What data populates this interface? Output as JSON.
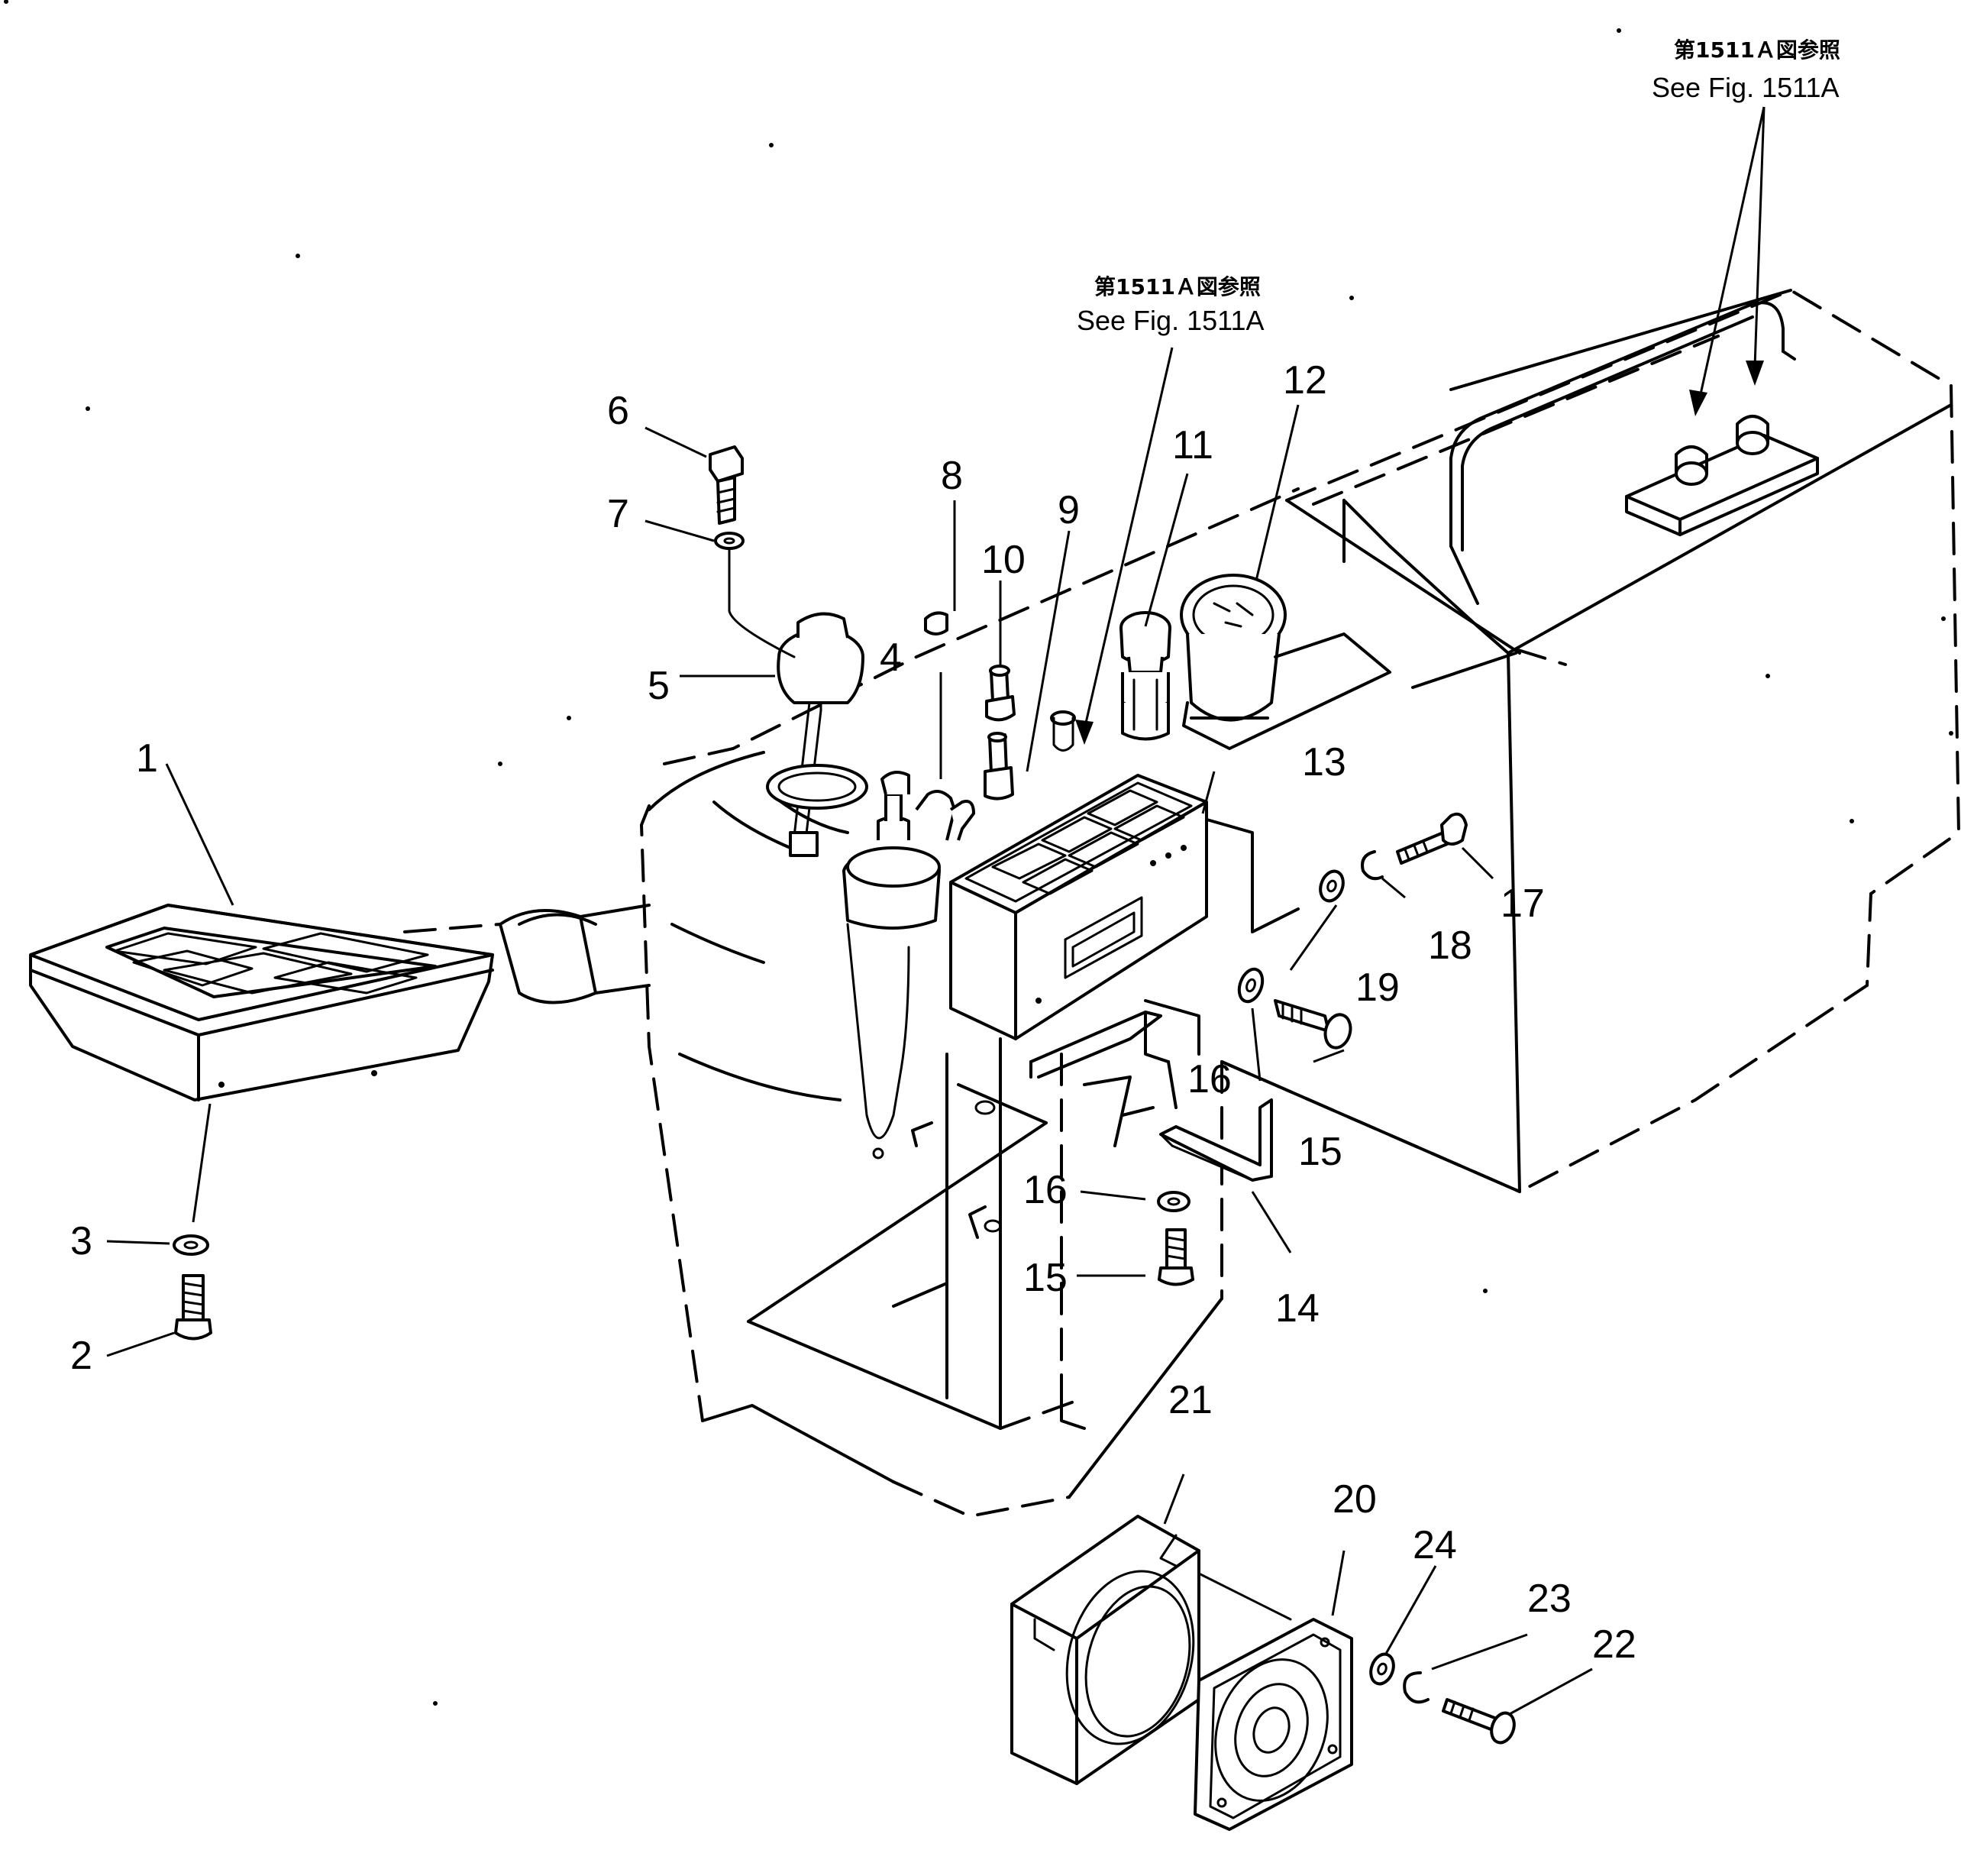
{
  "diagram": {
    "parts": [
      {
        "id": "part-1",
        "label": "1"
      },
      {
        "id": "part-2",
        "label": "2"
      },
      {
        "id": "part-3",
        "label": "3"
      },
      {
        "id": "part-4",
        "label": "4"
      },
      {
        "id": "part-5",
        "label": "5"
      },
      {
        "id": "part-6",
        "label": "6"
      },
      {
        "id": "part-7",
        "label": "7"
      },
      {
        "id": "part-8",
        "label": "8"
      },
      {
        "id": "part-9",
        "label": "9"
      },
      {
        "id": "part-10",
        "label": "10"
      },
      {
        "id": "part-11",
        "label": "11"
      },
      {
        "id": "part-12",
        "label": "12"
      },
      {
        "id": "part-13",
        "label": "13"
      },
      {
        "id": "part-14",
        "label": "14"
      },
      {
        "id": "part-15a",
        "label": "15"
      },
      {
        "id": "part-15b",
        "label": "15"
      },
      {
        "id": "part-16a",
        "label": "16"
      },
      {
        "id": "part-16b",
        "label": "16"
      },
      {
        "id": "part-17",
        "label": "17"
      },
      {
        "id": "part-18",
        "label": "18"
      },
      {
        "id": "part-19",
        "label": "19"
      },
      {
        "id": "part-20",
        "label": "20"
      },
      {
        "id": "part-21",
        "label": "21"
      },
      {
        "id": "part-22",
        "label": "22"
      },
      {
        "id": "part-23",
        "label": "23"
      },
      {
        "id": "part-24",
        "label": "24"
      }
    ],
    "references": [
      {
        "id": "ref-top-right",
        "jp": "第1511Ａ図参照",
        "en": "See Fig. 1511A"
      },
      {
        "id": "ref-center",
        "jp": "第1511Ａ図参照",
        "en": "See Fig. 1511A"
      }
    ]
  }
}
